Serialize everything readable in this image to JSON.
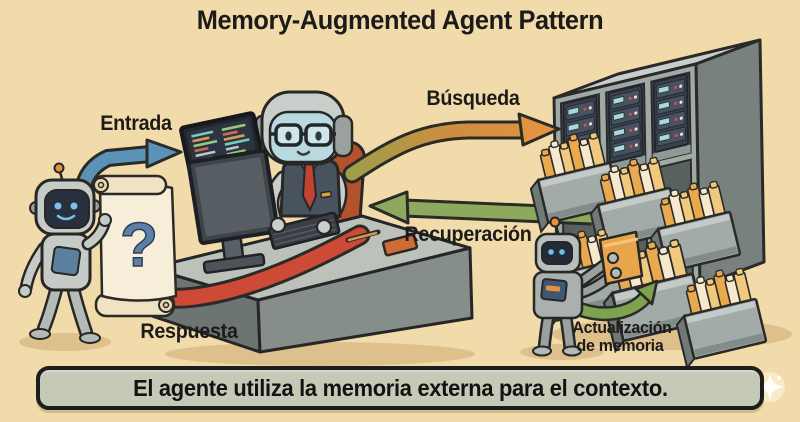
{
  "title": "Memory-Augmented Agent Pattern",
  "arrows": {
    "input": {
      "label": "Entrada",
      "color": "#5b92b8"
    },
    "search": {
      "label": "Búsqueda",
      "color": "#dd8e3c"
    },
    "retrieval": {
      "label": "Recuperación",
      "color": "#8ca95d"
    },
    "response": {
      "label": "Respuesta",
      "color": "#cd4a36"
    },
    "memory_update": {
      "label_line1": "Actualización",
      "label_line2": "de memoria",
      "color": "#7da351"
    }
  },
  "scroll": {
    "glyph": "?"
  },
  "caption": {
    "text": "El agente utiliza la memoria externa para el contexto."
  },
  "icons": {
    "sparkle": "sparkle-icon"
  },
  "colors": {
    "background": "#f2dbaa",
    "ink_outline": "#2a2a26",
    "caption_bg": "#c5c9b8",
    "caption_border": "#1d1d1b",
    "cabinet_frame": "#9fa9a6",
    "folder_orange": "#e9a94d",
    "folder_cream": "#f6e9cd",
    "server_body": "#39414e",
    "server_led_teal": "#a6d8dc",
    "desk_top": "#bcc1ba",
    "chair_red": "#b2532e"
  }
}
